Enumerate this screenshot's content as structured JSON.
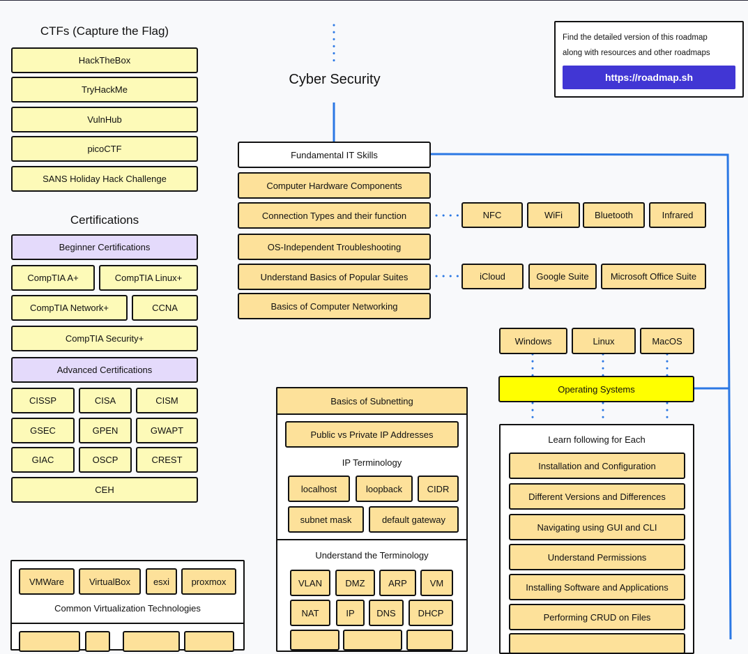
{
  "title": "Cyber Security",
  "info_box": {
    "line1": "Find the detailed version of this roadmap",
    "line2": "along with resources and other roadmaps",
    "link_label": "https://roadmap.sh",
    "link_color": "#4136d4"
  },
  "ctfs": {
    "heading": "CTFs (Capture the Flag)",
    "items": [
      "HackTheBox",
      "TryHackMe",
      "VulnHub",
      "picoCTF",
      "SANS Holiday Hack Challenge"
    ]
  },
  "certifications": {
    "heading": "Certifications",
    "beginner_label": "Beginner Certifications",
    "beginner": [
      "CompTIA A+",
      "CompTIA Linux+",
      "CompTIA Network+",
      "CCNA",
      "CompTIA Security+"
    ],
    "advanced_label": "Advanced Certifications",
    "advanced": [
      "CISSP",
      "CISA",
      "CISM",
      "GSEC",
      "GPEN",
      "GWAPT",
      "GIAC",
      "OSCP",
      "CREST",
      "CEH"
    ]
  },
  "virtualization": {
    "items": [
      "VMWare",
      "VirtualBox",
      "esxi",
      "proxmox"
    ],
    "label": "Common Virtualization Technologies"
  },
  "fundamentals": {
    "header": "Fundamental IT Skills",
    "items": [
      "Computer Hardware Components",
      "Connection Types and their function",
      "OS-Independent Troubleshooting",
      "Understand Basics of Popular Suites",
      "Basics of Computer Networking"
    ],
    "connection_types": [
      "NFC",
      "WiFi",
      "Bluetooth",
      "Infrared"
    ],
    "suites": [
      "iCloud",
      "Google Suite",
      "Microsoft Office Suite"
    ]
  },
  "subnetting": {
    "header": "Basics of Subnetting",
    "public_private": "Public vs Private IP Addresses",
    "ip_terminology_label": "IP Terminology",
    "ip_terms": [
      "localhost",
      "loopback",
      "CIDR",
      "subnet mask",
      "default gateway"
    ],
    "terminology_label": "Understand the Terminology",
    "terms": [
      "VLAN",
      "DMZ",
      "ARP",
      "VM",
      "NAT",
      "IP",
      "DNS",
      "DHCP"
    ]
  },
  "operating_systems": {
    "header": "Operating Systems",
    "os_list": [
      "Windows",
      "Linux",
      "MacOS"
    ],
    "learn_label": "Learn following for Each",
    "learn_items": [
      "Installation and Configuration",
      "Different Versions and Differences",
      "Navigating using GUI and CLI",
      "Understand Permissions",
      "Installing Software and Applications",
      "Performing CRUD on Files"
    ]
  },
  "colors": {
    "connector_blue": "#2b78e4",
    "node_yellow": "#fde19a",
    "node_light_yellow": "#fdfab8",
    "node_purple": "#e4dafb",
    "highlight_yellow": "#ffff00"
  }
}
